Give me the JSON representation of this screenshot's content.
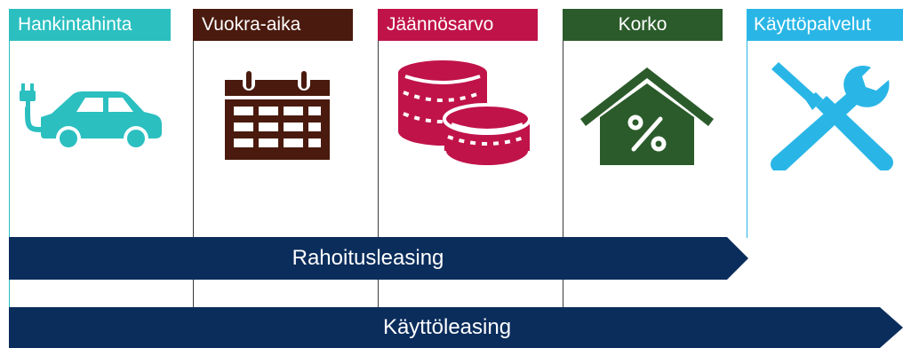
{
  "columns": [
    {
      "label": "Hankintahinta",
      "color": "#2bbfc0",
      "icon": "electric-car-icon"
    },
    {
      "label": "Vuokra-aika",
      "color": "#4a1a0e",
      "icon": "calendar-icon"
    },
    {
      "label": "Jäännösarvo",
      "color": "#c0134a",
      "icon": "coins-icon"
    },
    {
      "label": "Korko",
      "color": "#2b5b2b",
      "icon": "house-percent-icon"
    },
    {
      "label": "Käyttöpalvelut",
      "color": "#29b6e6",
      "icon": "tools-icon"
    }
  ],
  "arrows": {
    "financing": "Rahoitusleasing",
    "operating": "Käyttöleasing",
    "color": "#0b2d5c"
  }
}
